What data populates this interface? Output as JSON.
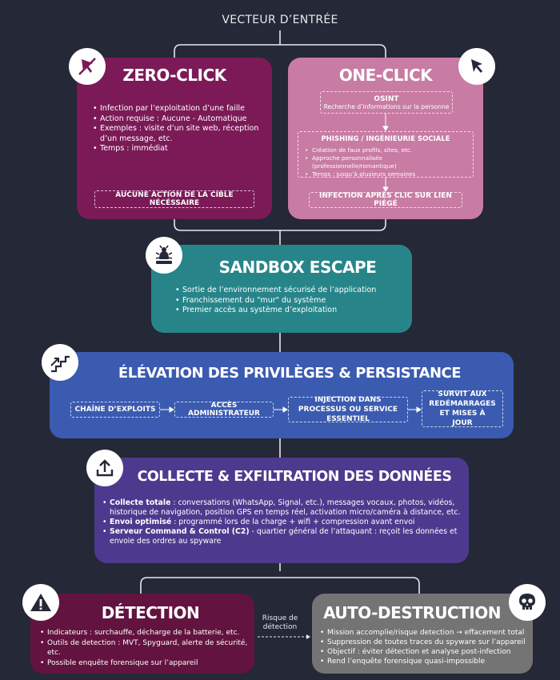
{
  "header": {
    "title": "VECTEUR D’ENTRÉE"
  },
  "zero_click": {
    "title": "ZERO-CLICK",
    "bullets": [
      "Infection par l’exploitation d’une faille",
      "Action requise : Aucune - Automatique",
      "Exemples : visite d’un site web, réception d’un message, etc.",
      "Temps : immédiat"
    ],
    "footer": "AUCUNE ACTION DE LA CIBLE NÉCÉSSAIRE"
  },
  "one_click": {
    "title": "ONE-CLICK",
    "osint_title": "OSINT",
    "osint_desc": "Recherche d’informations sur la personne",
    "phishing_title": "PHISHING / INGÉNIEURIE SOCIALE",
    "phishing_bullets": [
      "Création de faux profils, sites, etc.",
      "Approche personnalisée (professionnelle/romantique)",
      "Temps : jusqu’à plusieurs semaines"
    ],
    "footer": "INFECTION APRÈS CLIC SUR LIEN PIÉGÉ"
  },
  "sandbox": {
    "title": "SANDBOX ESCAPE",
    "bullets": [
      "Sortie de l’environnement sécurisé de l’application",
      "Franchissement du \"mur\" du système",
      "Premier accès au système d’exploitation"
    ]
  },
  "elevation": {
    "title": "ÉLÉVATION DES PRIVILÈGES & PERSISTANCE",
    "steps": [
      "CHAÎNE D’EXPLOITS",
      "ACCÈS ADMINISTRATEUR",
      "INJECTION DANS PROCESSUS OU SERVICE ESSENTIEL",
      "SURVIT AUX REDÉMARRAGES ET MISES À JOUR"
    ]
  },
  "collecte": {
    "title": "COLLECTE & EXFILTRATION DES DONNÉES",
    "items": [
      {
        "label": "Collecte totale",
        "text": " : conversations (WhatsApp, Signal, etc.), messages vocaux, photos, vidéos, historique de navigation, position GPS en temps réel, activation micro/caméra à distance, etc."
      },
      {
        "label": "Envoi optimisé",
        "text": " : programmé lors de la charge + wifi + compression avant envoi"
      },
      {
        "label": "Serveur Command & Control (C2)",
        "text": " - quartier général de l’attaquant : reçoit les données et envoie des ordres au spyware"
      }
    ]
  },
  "detection": {
    "title": "DÉTECTION",
    "bullets": [
      "Indicateurs : surchauffe, décharge de la batterie, etc.",
      "Outils de detection : MVT, Spyguard, alerte de sécurité, etc.",
      "Possible enquête forensique sur l’appareil"
    ]
  },
  "link_label": "Risque de détection",
  "auto_destruction": {
    "title": "AUTO-DESTRUCTION",
    "bullets": [
      "Mission accomplie/risque detection → effacement total",
      "Suppression de toutes traces du spyware sur l’appareil",
      "Objectif : éviter détection et analyse post-infection",
      "Rend l’enquête forensique quasi-impossible"
    ]
  },
  "colors": {
    "background": "#252836",
    "zero_click": "#7b1a57",
    "one_click": "#c87ba3",
    "sandbox": "#27858a",
    "elevation": "#3b5bb0",
    "collecte": "#4d3a8e",
    "detection": "#63133f",
    "auto_destruction": "#747474"
  },
  "icons": [
    "cursor-crossed-icon",
    "cursor-icon",
    "bug-icon",
    "stairs-icon",
    "upload-icon",
    "warning-icon",
    "skull-icon"
  ]
}
